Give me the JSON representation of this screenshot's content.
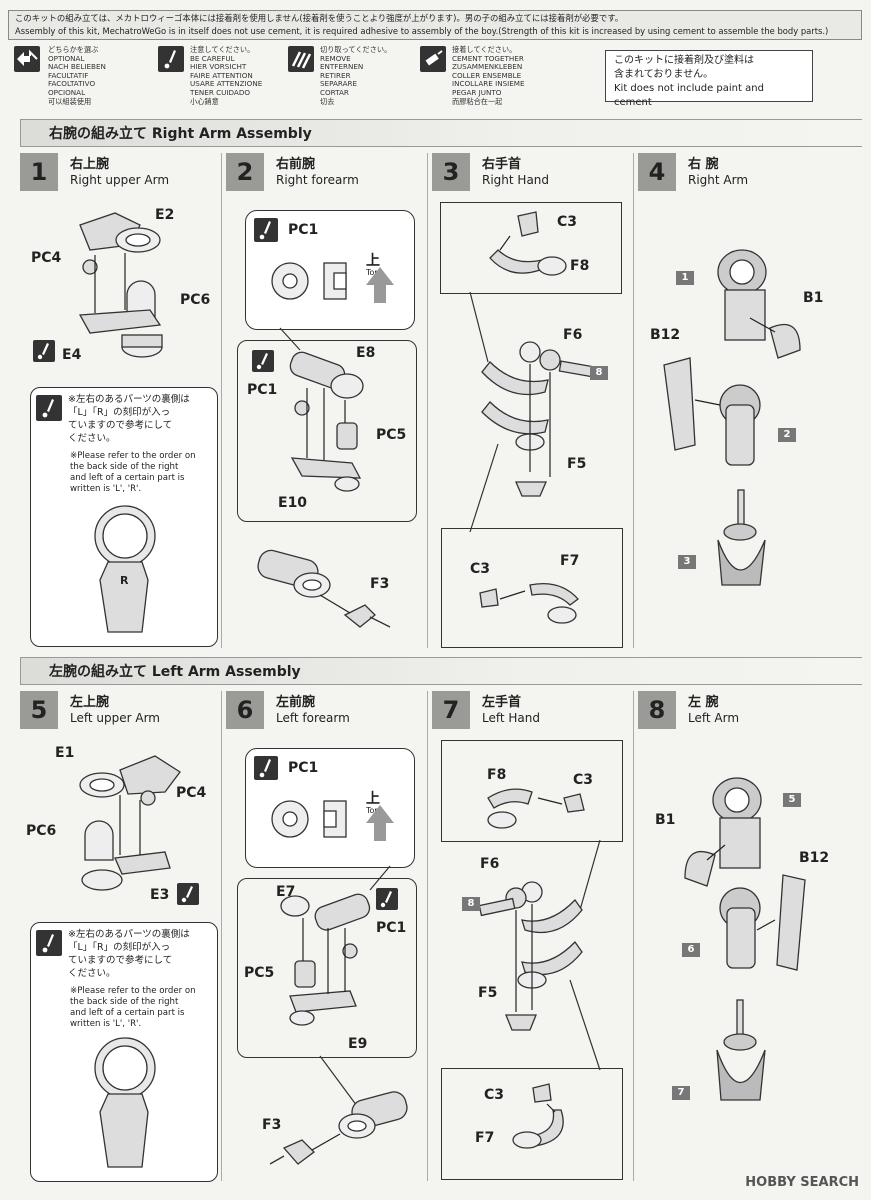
{
  "banner": {
    "ja": "このキットの組み立ては、メカトロウィーゴ本体には接着剤を使用しません(接着剤を使うことより強度が上がります)。男の子の組み立てには接着剤が必要です。",
    "en": "Assembly of this kit, MechatroWeGo is in itself does not use cement, it is required adhesive to assembly of the boy.(Strength of this kit is increased by using cement to assemble the body parts.)"
  },
  "legend": [
    {
      "icon": "arrows-optional-icon",
      "lines": [
        "どちらかを選ぶ",
        "OPTIONAL",
        "NACH BELIEBEN",
        "FACULTATIF",
        "FACOLTATIVO",
        "OPCIONAL",
        "可以組装使用"
      ]
    },
    {
      "icon": "caution-icon",
      "lines": [
        "注意してください。",
        "BE CAREFUL",
        "HIER VORSICHT",
        "FAIRE ATTENTION",
        "USARE ATTENZIONE",
        "TENER CUIDADO",
        "小心銷意"
      ]
    },
    {
      "icon": "cut-off-icon",
      "lines": [
        "切り取ってください。",
        "REMOVE",
        "ENTFERNEN",
        "RETIRER",
        "SEPARARE",
        "CORTAR",
        "切去"
      ]
    },
    {
      "icon": "cement-icon",
      "lines": [
        "接着してください。",
        "CEMENT TOGETHER",
        "ZUSAMMENKLEBEN",
        "COLLER ENSEMBLE",
        "INCOLLARE INSIEME",
        "PEGAR JUNTO",
        "而膠粘合在一起"
      ]
    }
  ],
  "legend_note": {
    "ja1": "このキットに接着剤及び塗料は",
    "ja2": "含まれておりません。",
    "en": "Kit does not include paint and cement"
  },
  "sections": [
    {
      "title": "右腕の組み立て Right Arm Assembly"
    },
    {
      "title": "左腕の組み立て Left Arm Assembly"
    }
  ],
  "steps": [
    {
      "num": "1",
      "ja": "右上腕",
      "en": "Right upper Arm"
    },
    {
      "num": "2",
      "ja": "右前腕",
      "en": "Right forearm"
    },
    {
      "num": "3",
      "ja": "右手首",
      "en": "Right Hand"
    },
    {
      "num": "4",
      "ja": "右 腕",
      "en": "Right Arm"
    },
    {
      "num": "5",
      "ja": "左上腕",
      "en": "Left upper Arm"
    },
    {
      "num": "6",
      "ja": "左前腕",
      "en": "Left forearm"
    },
    {
      "num": "7",
      "ja": "左手首",
      "en": "Left Hand"
    },
    {
      "num": "8",
      "ja": "左 腕",
      "en": "Left Arm"
    }
  ],
  "labels": {
    "s1": [
      "E2",
      "PC4",
      "PC6",
      "E4"
    ],
    "s2": [
      "PC1",
      "上",
      "Top",
      "E8",
      "PC1",
      "PC5",
      "E10",
      "F3"
    ],
    "s3": [
      "C3",
      "F8",
      "F6",
      "8",
      "F5",
      "C3",
      "F7"
    ],
    "s4": [
      "1",
      "B1",
      "B12",
      "2",
      "3"
    ],
    "s5": [
      "E1",
      "PC4",
      "PC6",
      "E3"
    ],
    "s6": [
      "PC1",
      "上",
      "Top",
      "E7",
      "PC1",
      "PC5",
      "E9",
      "F3"
    ],
    "s7": [
      "F8",
      "C3",
      "F6",
      "8",
      "F5",
      "C3",
      "F7"
    ],
    "s8": [
      "5",
      "B1",
      "B12",
      "6",
      "7"
    ]
  },
  "note": {
    "ja1": "※左右のあるパーツの裏側は",
    "ja2": "「L」「R」の刻印が入っ",
    "ja3": "ていますので参考にして",
    "ja4": "ください。",
    "en1": "※Please refer to the order on",
    "en2": "the back side of the right",
    "en3": "and left of a certain part is",
    "en4": "written is 'L', 'R'.",
    "mark": "R"
  },
  "watermark": "HOBBY SEARCH"
}
